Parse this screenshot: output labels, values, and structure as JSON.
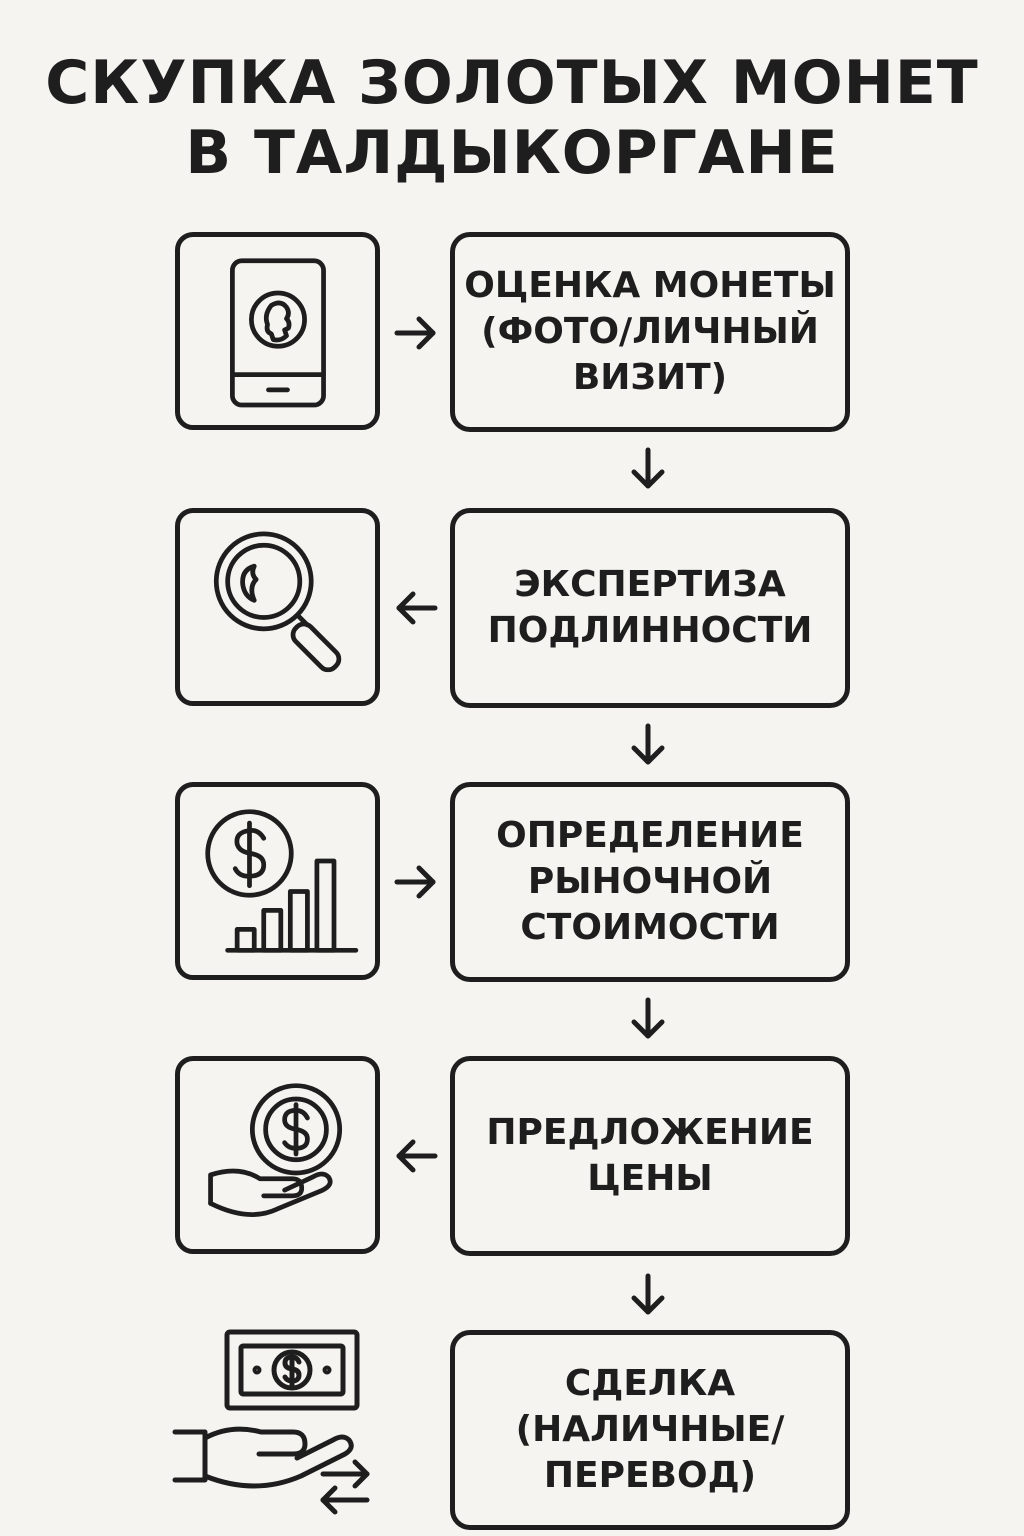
{
  "title": {
    "line1": "СКУПКА ЗОЛОТЫХ МОНЕТ",
    "line2": "В ТАЛДЫКОРГАНЕ"
  },
  "steps": [
    {
      "label": "ОЦЕНКА МОНЕТЫ\n(ФОТО/ЛИЧНЫЙ\nВИЗИТ)",
      "icon": "smartphone-coin-icon",
      "side_arrow": "right"
    },
    {
      "label": "ЭКСПЕРТИЗА\nПОДЛИННОСТИ",
      "icon": "magnifier-coin-icon",
      "side_arrow": "left"
    },
    {
      "label": "ОПРЕДЕЛЕНИЕ\nРЫНОЧНОЙ\nСТОИМОСТИ",
      "icon": "dollar-chart-icon",
      "side_arrow": "right"
    },
    {
      "label": "ПРЕДЛОЖЕНИЕ\nЦЕНЫ",
      "icon": "hand-dollar-coin-icon",
      "side_arrow": "left"
    },
    {
      "label": "СДЕЛКА\n(НАЛИЧНЫЕ/\nПЕРЕВОД)",
      "icon": "banknote-hand-transfer-icon",
      "side_arrow": "none"
    }
  ],
  "colors": {
    "ink": "#1e1e1e",
    "background": "#f5f4f0"
  }
}
